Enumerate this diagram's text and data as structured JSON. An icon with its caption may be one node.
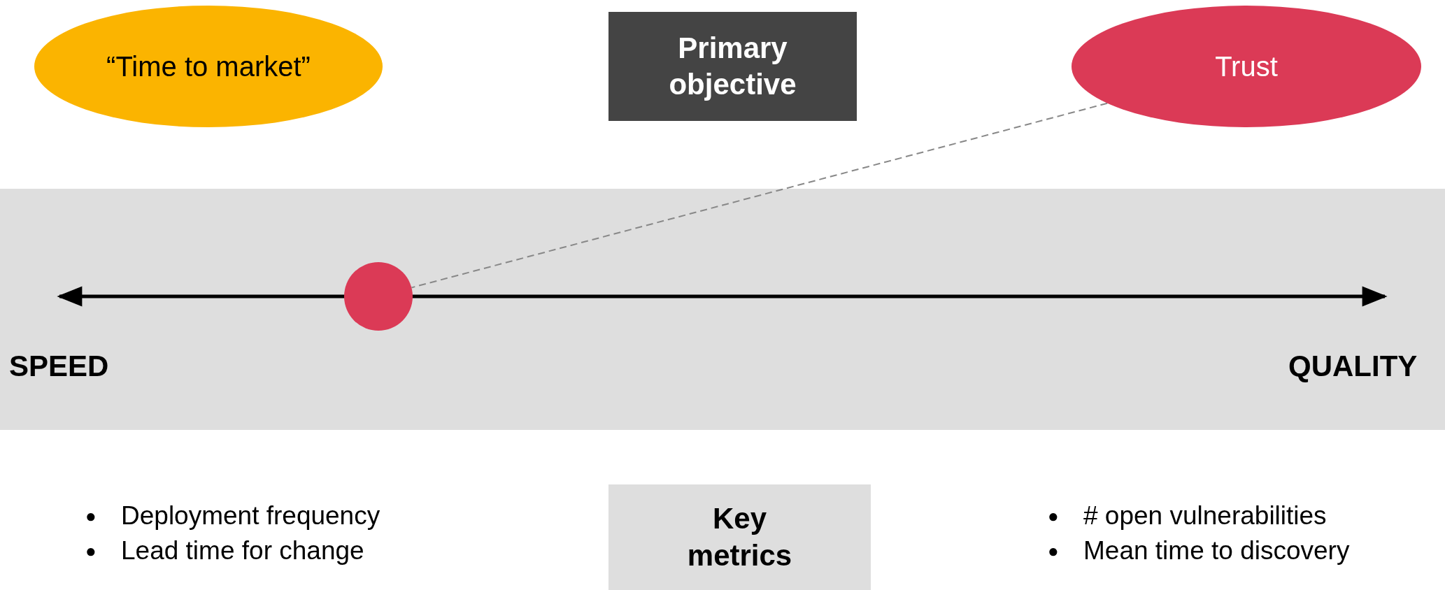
{
  "diagram": {
    "nodes": [
      {
        "text": [
          "“Time to market”"
        ]
      },
      {
        "text": [
          "Primary objective"
        ]
      },
      {
        "text": [
          "Trust"
        ]
      },
      {
        "text": [],
        "shape": "circle"
      },
      {
        "text": [
          "Key metrics"
        ]
      }
    ],
    "edges": [
      {
        "from": 2,
        "to": 3,
        "arrow": "none",
        "style": "dashed",
        "color": "#888888"
      }
    ],
    "labels": [
      "SPEED",
      "QUALITY",
      "●",
      "Deployment frequency",
      "●",
      "Lead time for change",
      "●",
      "# open vulnerabilities",
      "●",
      "Mean time to discovery"
    ]
  }
}
